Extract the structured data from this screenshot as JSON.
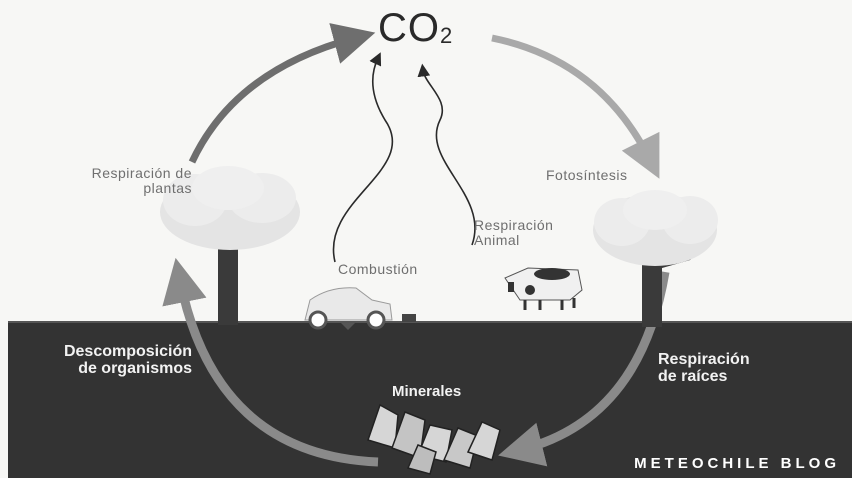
{
  "diagram": {
    "co2_main": "CO",
    "co2_sub": "2",
    "respiration_plants": [
      "Respiración de",
      "plantas"
    ],
    "photosynthesis": "Fotosíntesis",
    "animal_respiration": [
      "Respiración",
      "Animal"
    ],
    "combustion": "Combustión",
    "decomposition": [
      "Descomposición",
      "de organismos"
    ],
    "minerals": "Minerales",
    "root_respiration": [
      "Respiración",
      "de raíces"
    ],
    "brand": "METEOCHILE BLOG"
  },
  "colors": {
    "ground": "#333333",
    "arrow_top_left": "#6e6e6e",
    "arrow_top_right": "#a9a9a9",
    "arrow_bottom": "#8a8a8a",
    "tree_crown": "#e4e4e4"
  }
}
